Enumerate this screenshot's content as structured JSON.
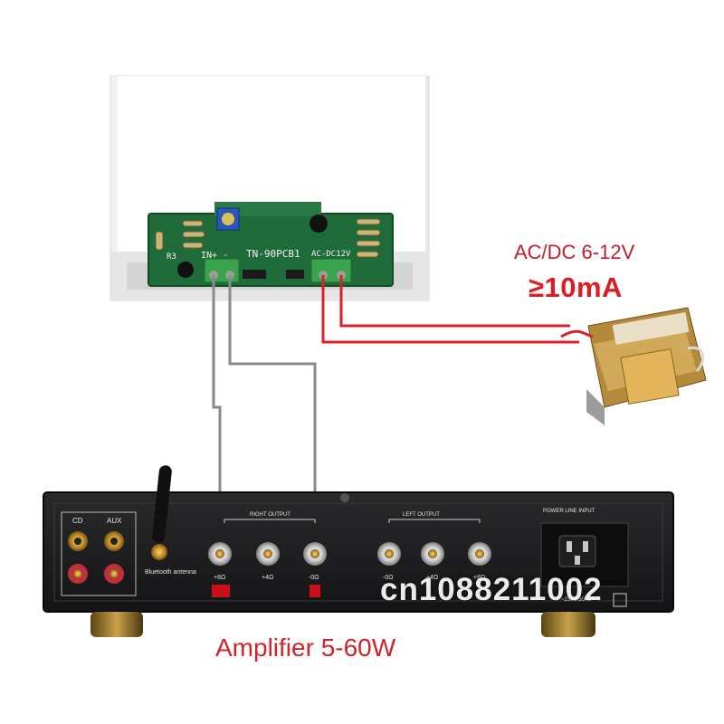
{
  "pcb": {
    "model": "TN-90PCB1",
    "input_label": "IN+ -",
    "power_label": "AC-DC12V",
    "r_label": "R3"
  },
  "supply": {
    "voltage_label": "AC/DC 6-12V",
    "current_label": "≥10mA"
  },
  "amplifier": {
    "caption": "Amplifier 5-60W",
    "inputs": [
      "CD",
      "AUX"
    ],
    "antenna_label": "Bluetooth antenna",
    "right_output_label": "RIGHT OUTPUT",
    "left_output_label": "LEFT OUTPUT",
    "power_input_label": "POWER LINE INPUT",
    "voltage_note": "~230V/50Hz",
    "terminal_labels": [
      "+8Ω",
      "+4Ω",
      "-0Ω",
      "-0Ω",
      "+4Ω",
      "+8Ω"
    ]
  },
  "watermark": "cn1088211002",
  "colors": {
    "pcb_green": "#1f6b3a",
    "wire_gray": "#8a8a8a",
    "wire_red": "#d8212a",
    "label_red": "#e11b22",
    "panel_black": "#1c1c1e"
  }
}
